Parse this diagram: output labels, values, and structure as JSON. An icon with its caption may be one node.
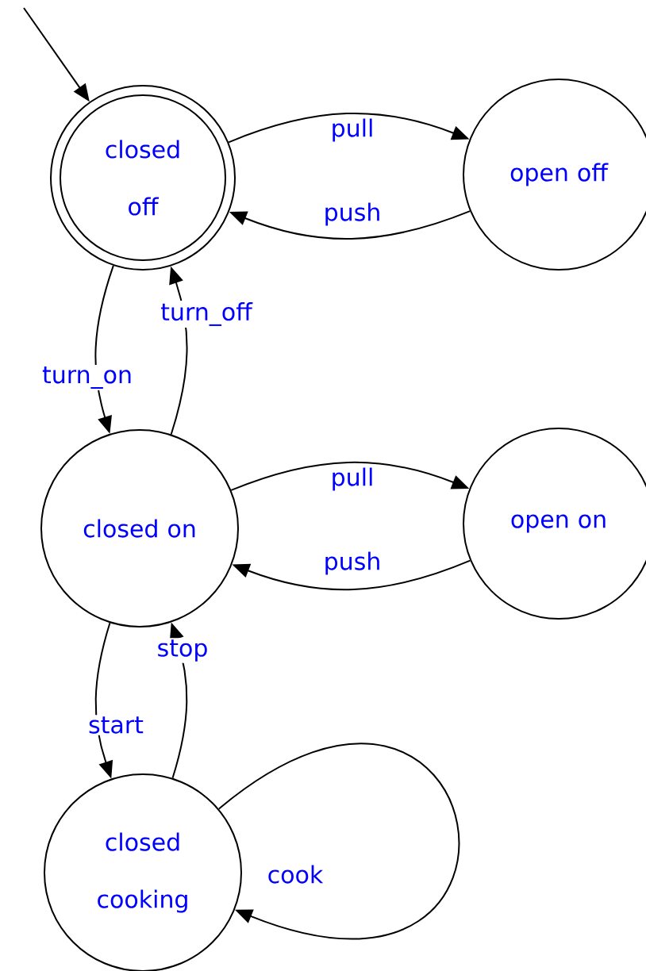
{
  "diagram": {
    "nodes": [
      {
        "text": [
          "closed off"
        ]
      },
      {
        "text": [
          "open off"
        ]
      },
      {
        "text": [
          "closed on"
        ]
      },
      {
        "text": [
          "open on"
        ]
      },
      {
        "text": [
          "closed cooking"
        ]
      }
    ],
    "edges": [
      {
        "from": null,
        "to": 0,
        "arrow": "to"
      },
      {
        "from": 0,
        "to": 1,
        "arrow": "to",
        "label": "pull"
      },
      {
        "from": 1,
        "to": 0,
        "arrow": "to",
        "label": "push"
      },
      {
        "from": 0,
        "to": 2,
        "arrow": "to",
        "label": "turn_on"
      },
      {
        "from": 2,
        "to": 0,
        "arrow": "to",
        "label": "turn_off"
      },
      {
        "from": 2,
        "to": 3,
        "arrow": "to",
        "label": "pull"
      },
      {
        "from": 3,
        "to": 2,
        "arrow": "to",
        "label": "push"
      },
      {
        "from": 2,
        "to": 4,
        "arrow": "to",
        "label": "start"
      },
      {
        "from": 4,
        "to": 2,
        "arrow": "to",
        "label": "stop"
      },
      {
        "from": 4,
        "to": 4,
        "arrow": "to",
        "label": "cook"
      }
    ]
  }
}
